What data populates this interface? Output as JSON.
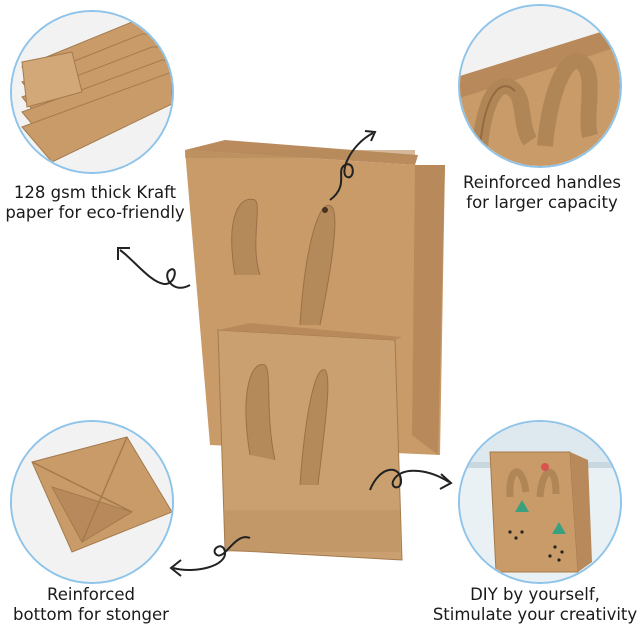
{
  "features": {
    "top_left": {
      "line1": "128 gsm thick Kraft",
      "line2": "paper for eco-friendly"
    },
    "top_right": {
      "line1": "Reinforced handles",
      "line2": "for larger capacity"
    },
    "bottom_left": {
      "line1": "Reinforced",
      "line2": "bottom for stonger"
    },
    "bottom_right": {
      "line1": "DIY by yourself,",
      "line2": "Stimulate your creativity"
    }
  },
  "colors": {
    "kraft": "#c89a68",
    "kraft_dark": "#a87a4c",
    "ribbon": "#b3895a",
    "ring": "#8ec4ea"
  }
}
